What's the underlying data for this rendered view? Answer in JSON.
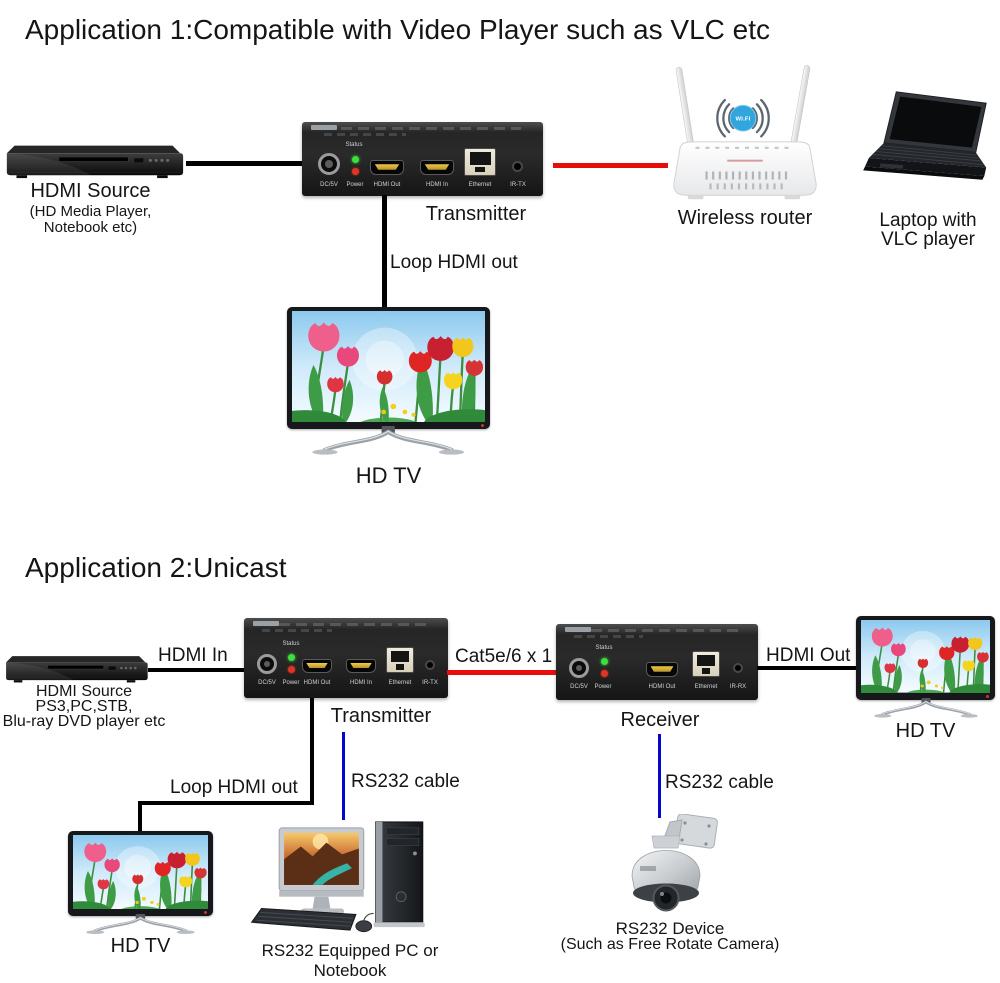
{
  "app1": {
    "title": "Application 1:Compatible with Video Player such as VLC etc",
    "source": {
      "label": "HDMI Source",
      "sub1": "(HD Media Player,",
      "sub2": "Notebook etc)"
    },
    "transmitter": {
      "label": "Transmitter",
      "status": "Status",
      "ports": [
        "DC/5V",
        "Power",
        "HDMI Out",
        "HDMI In",
        "Ethernet",
        "IR-TX"
      ]
    },
    "loop_label": "Loop HDMI out",
    "tv_label": "HD TV",
    "router": {
      "label": "Wireless router",
      "wifi": "WI.FI"
    },
    "laptop": {
      "line1": "Laptop with",
      "line2": "VLC player"
    }
  },
  "app2": {
    "title": "Application 2:Unicast",
    "source": {
      "label": "HDMI Source",
      "sub1": "PS3,PC,STB,",
      "sub2": "Blu-ray DVD player etc"
    },
    "hdmi_in_label": "HDMI In",
    "transmitter": {
      "label": "Transmitter",
      "status": "Status",
      "ports": [
        "DC/5V",
        "Power",
        "HDMI Out",
        "HDMI In",
        "Ethernet",
        "IR-TX"
      ]
    },
    "cat5_label": "Cat5e/6 x 1",
    "receiver": {
      "label": "Receiver",
      "status": "Status",
      "ports": [
        "DC/5V",
        "Power",
        "HDMI Out",
        "Ethernet",
        "IR-RX"
      ]
    },
    "hdmi_out_label": "HDMI Out",
    "tv_right_label": "HD TV",
    "loop_label": "Loop HDMI out",
    "rs232_tx_label": "RS232 cable",
    "rs232_rx_label": "RS232 cable",
    "tv_bottom_label": "HD TV",
    "pc_label": "RS232 Equipped PC or Notebook",
    "camera_label1": "RS232 Device",
    "camera_label2": "(Such as Free Rotate Camera)"
  },
  "colors": {
    "cable_red": "#e90c0c",
    "cable_blue": "#0505cf",
    "cable_black": "#000000",
    "wifi_blue": "#31a5dd"
  }
}
